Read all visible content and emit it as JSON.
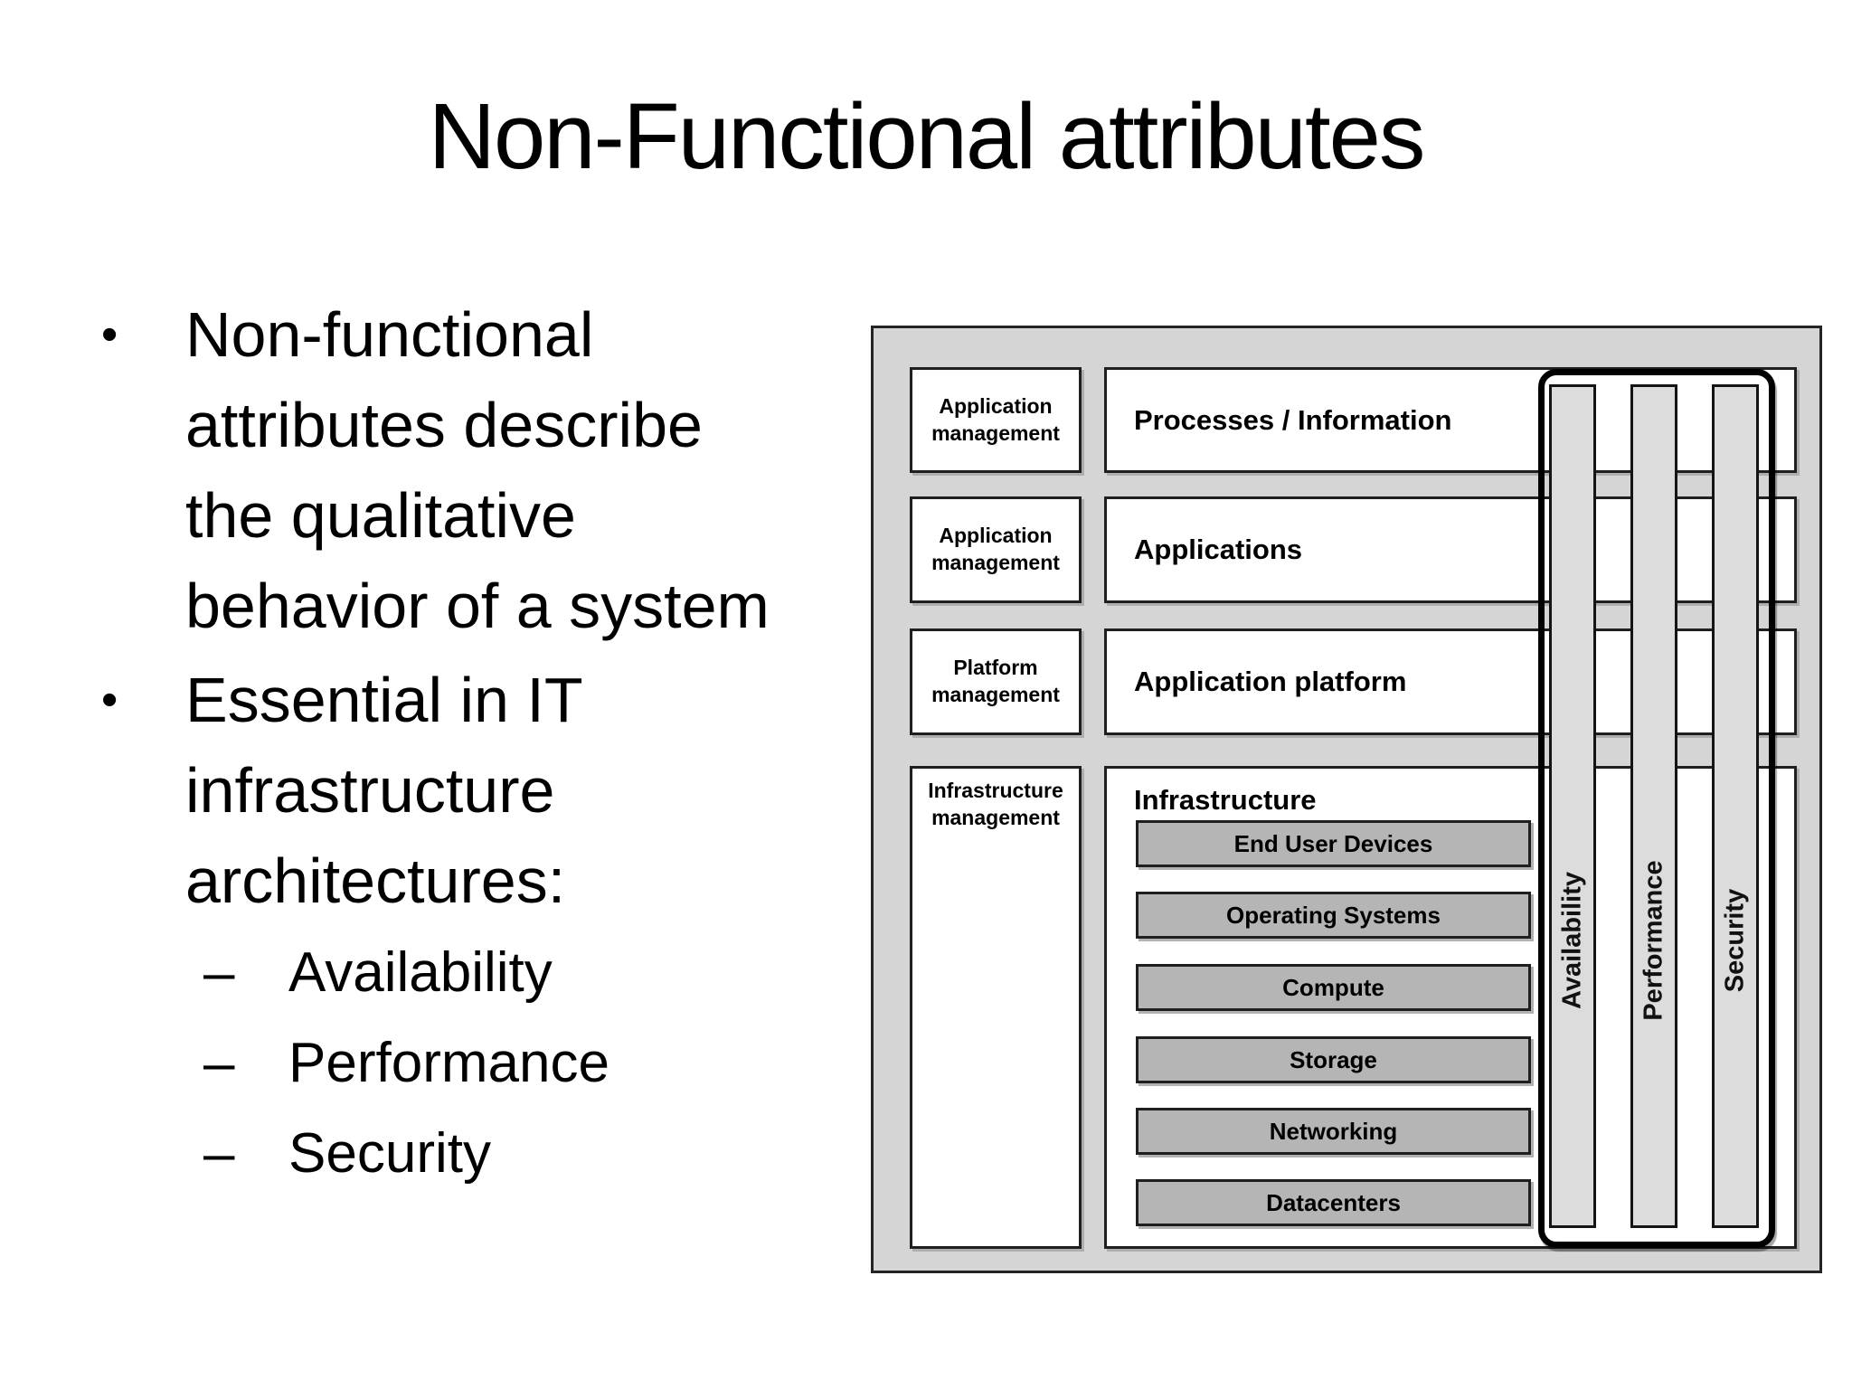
{
  "slide": {
    "title": "Non-Functional attributes",
    "bullet_char": "•",
    "dash_char": "–",
    "bullets": [
      {
        "text": "Non-functional attributes describe the qualitative behavior of a system",
        "lines": [
          "Non-functional",
          "attributes describe",
          "the qualitative",
          "behavior of a system"
        ]
      },
      {
        "text": "Essential in IT infrastructure architectures:",
        "lines": [
          "Essential in IT",
          "infrastructure",
          "architectures:"
        ],
        "sub_items": [
          "Availability",
          "Performance",
          "Security"
        ]
      }
    ]
  },
  "diagram": {
    "management_boxes": [
      "Application management",
      "Application management",
      "Platform management",
      "Infrastructure management"
    ],
    "layers": [
      "Processes / Information",
      "Applications",
      "Application platform",
      "Infrastructure"
    ],
    "infrastructure_components": [
      "End User Devices",
      "Operating Systems",
      "Compute",
      "Storage",
      "Networking",
      "Datacenters"
    ],
    "attributes": [
      "Availability",
      "Performance",
      "Security"
    ],
    "colors": {
      "diagram_background": "#d5d5d5",
      "layer_fill": "#ffffff",
      "component_fill": "#b5b5b5",
      "attribute_bar_fill": "#dcdcdc",
      "border": "#1f1f1f"
    }
  }
}
